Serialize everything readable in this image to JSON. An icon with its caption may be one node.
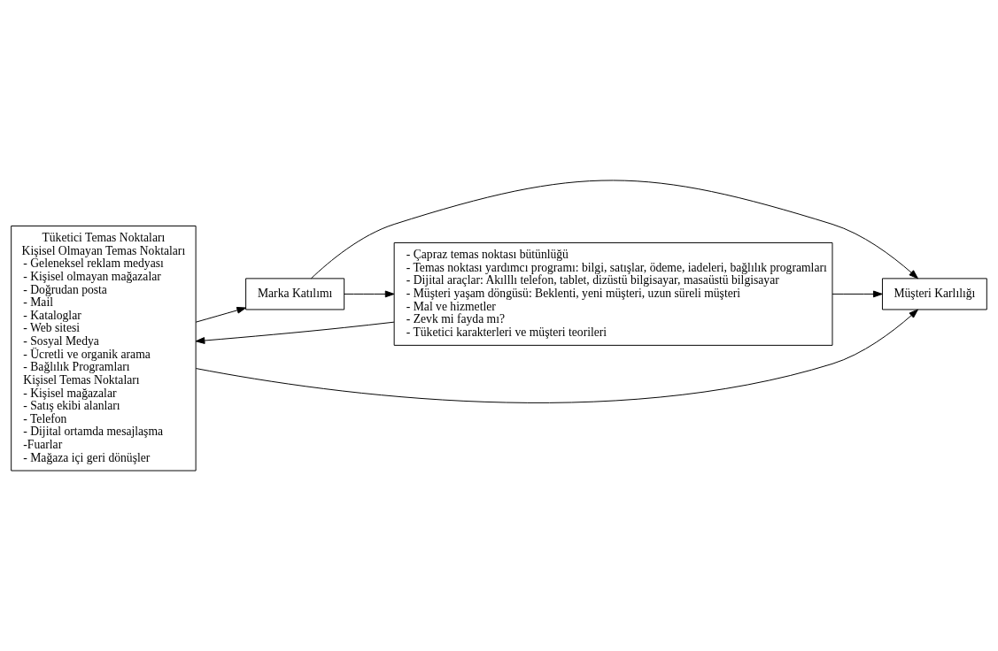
{
  "diagram": {
    "nodes": [
      {
        "text": [
          "Tüketici Temas Noktaları",
          "Kişisel Olmayan Temas Noktaları",
          "- Geleneksel reklam medyası",
          "- Kişisel olmayan mağazalar",
          "- Doğrudan posta",
          "- Mail",
          "- Kataloglar",
          "- Web sitesi",
          "- Sosyal Medya",
          "- Ücretli ve organik arama",
          "- Bağlılık Programları",
          "Kişisel Temas Noktaları",
          "- Kişisel mağazalar",
          "- Satış ekibi alanları",
          "- Telefon",
          "- Dijital ortamda mesajlaşma",
          "-Fuarlar",
          "- Mağaza içi geri dönüşler"
        ]
      },
      {
        "text": [
          "Marka Katılımı"
        ]
      },
      {
        "text": [
          "Müşteri Karlılığı"
        ]
      },
      {
        "text": [
          "- Çapraz temas noktası bütünlüğü",
          "- Temas noktası yardımcı programı: bilgi, satışlar, ödeme, iadeleri, bağlılık programları",
          "- Dijital araçlar: Akılllı telefon, tablet, dizüstü bilgisayar, masaüstü bilgisayar",
          "- Müşteri yaşam döngüsü: Beklenti, yeni müşteri, uzun süreli müşteri",
          "- Mal ve hizmetler",
          "- Zevk mi fayda mı?",
          "- Tüketici karakterleri ve müşteri teorileri"
        ]
      }
    ],
    "edges": [
      {
        "from": 0,
        "to": 1,
        "arrow": "to"
      },
      {
        "from": 3,
        "to": 0,
        "arrow": "to"
      },
      {
        "from": 1,
        "to": 2,
        "arrow": "to"
      },
      {
        "from": 1,
        "to": 3,
        "arrow": "to"
      },
      {
        "from": 3,
        "to": 2,
        "arrow": "to"
      },
      {
        "from": 0,
        "to": 2,
        "arrow": "to"
      }
    ]
  }
}
